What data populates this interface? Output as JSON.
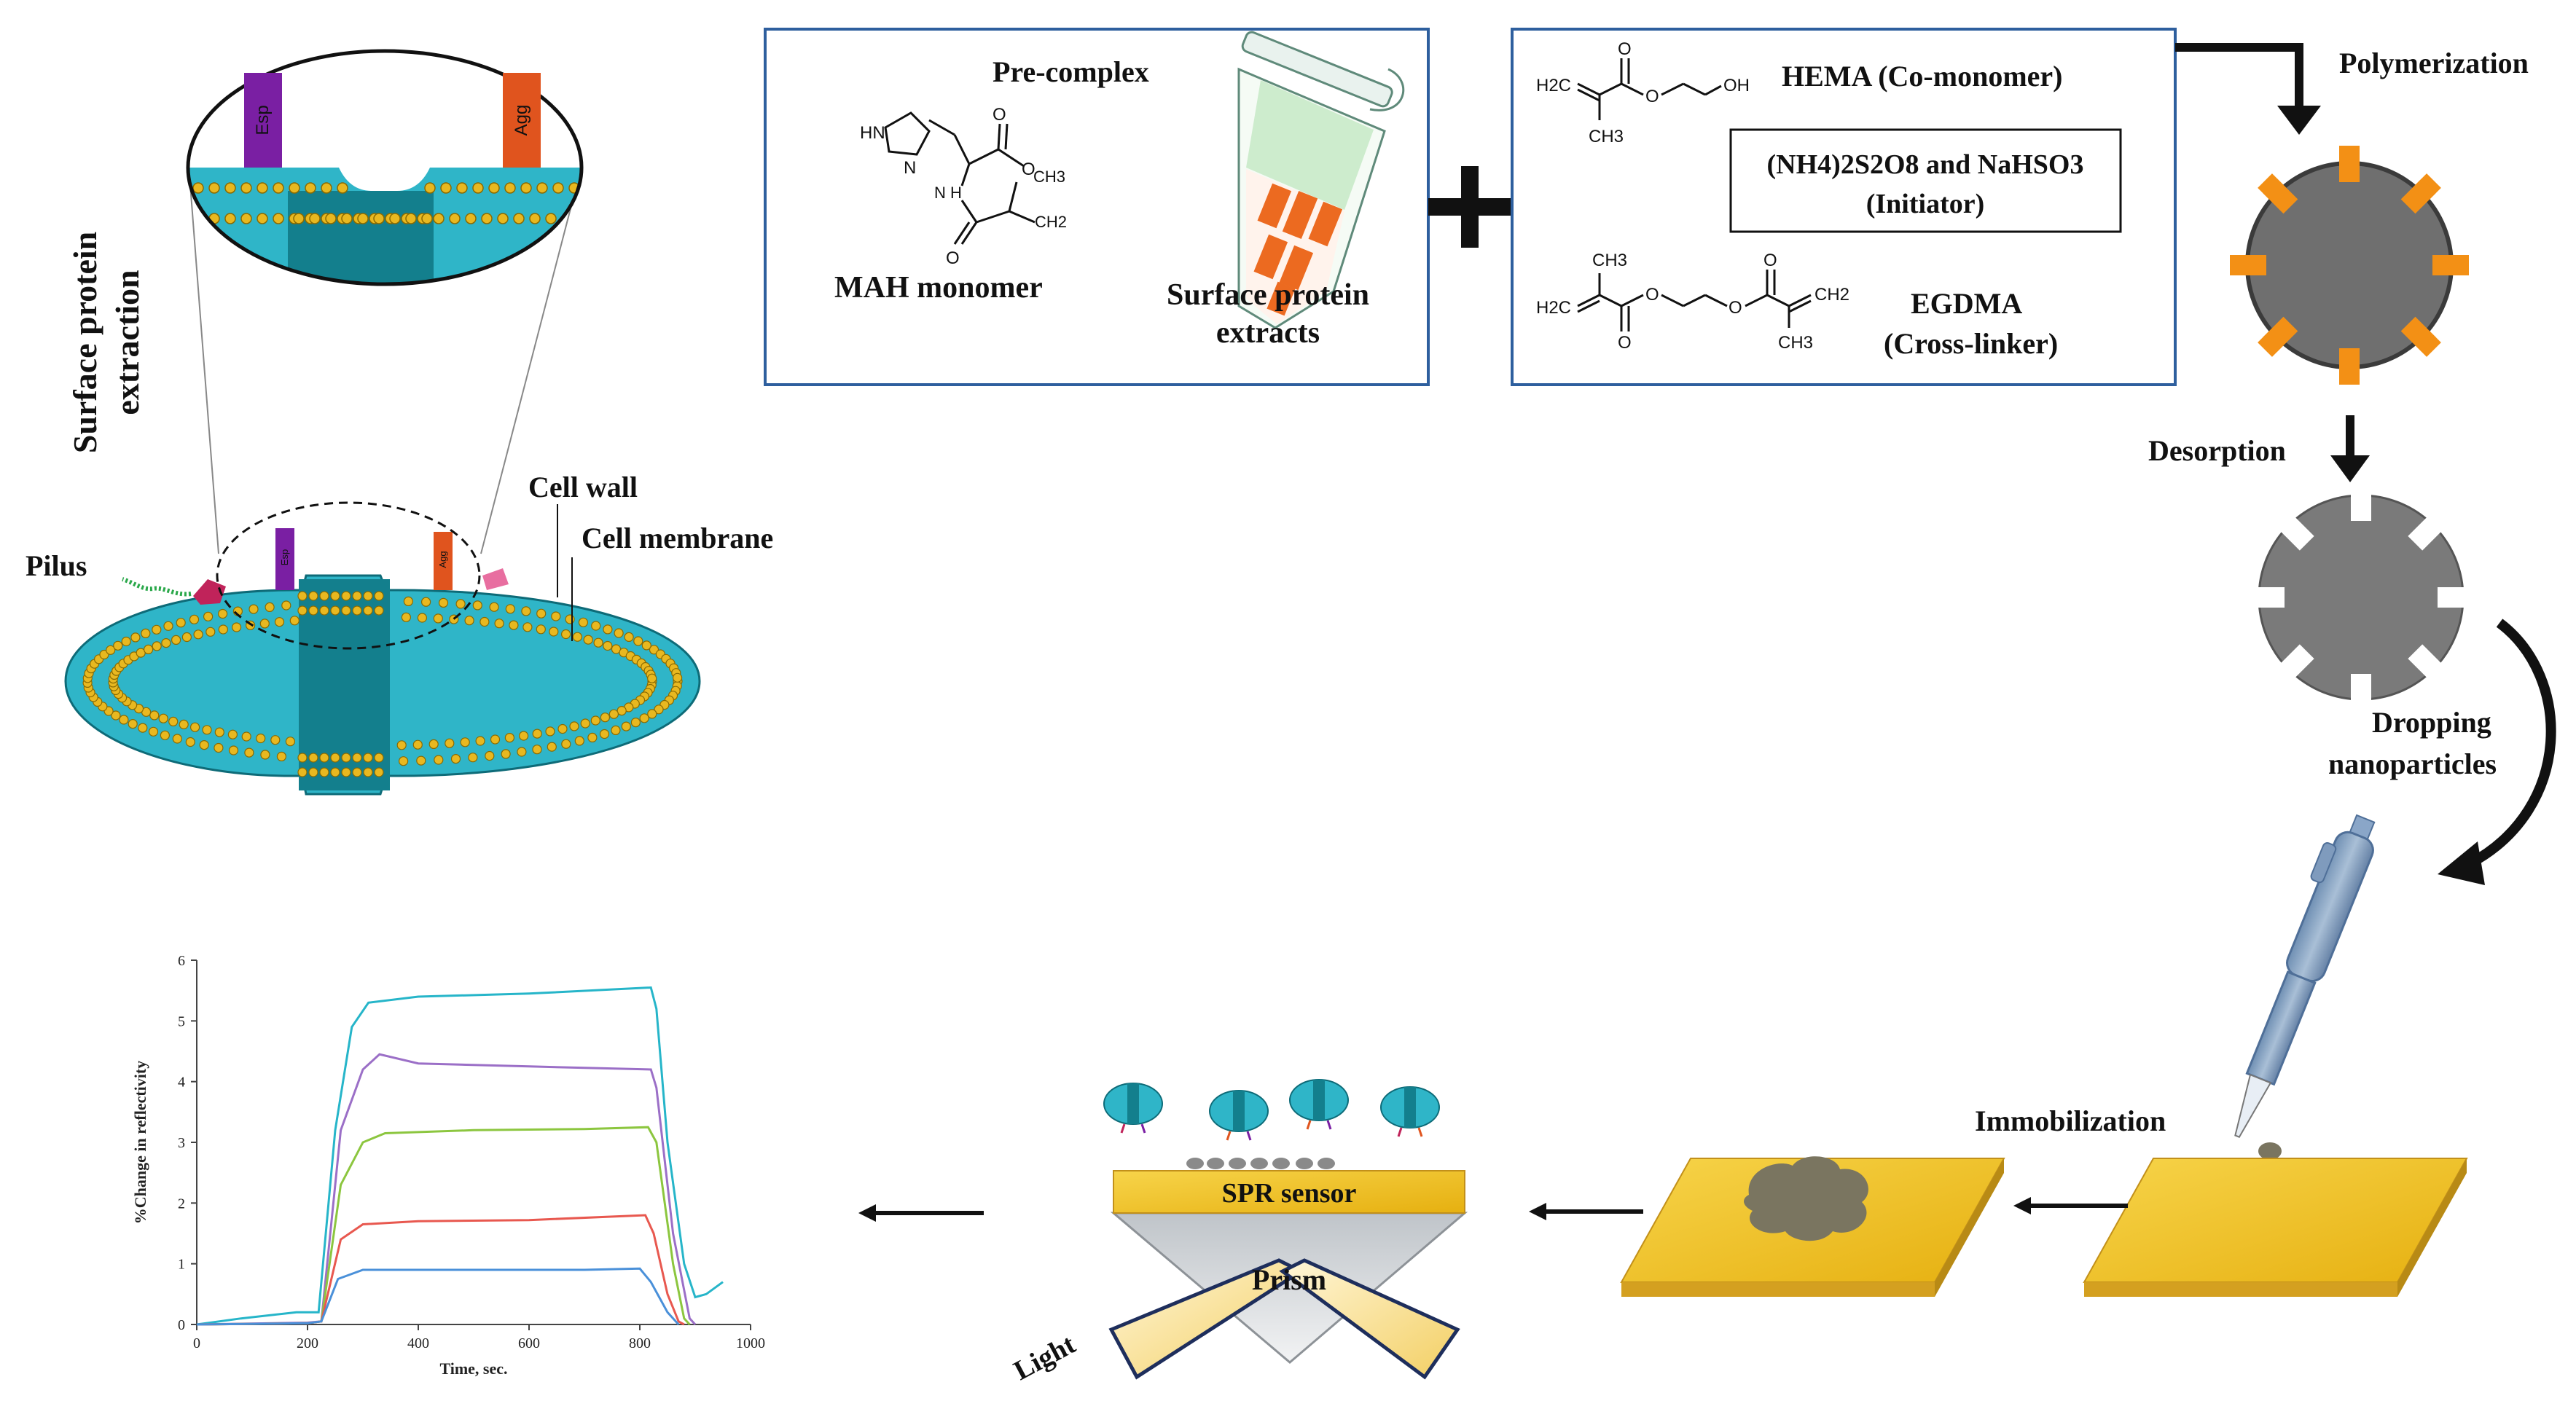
{
  "labels": {
    "surface_protein_extraction_1": "Surface protein",
    "surface_protein_extraction_2": "extraction",
    "esp": "Esp",
    "agg": "Agg",
    "pilus": "Pilus",
    "cell_wall": "Cell wall",
    "cell_membrane": "Cell membrane",
    "pre_complex": "Pre-complex",
    "mah_monomer": "MAH monomer",
    "surface_protein_extracts_1": "Surface protein",
    "surface_protein_extracts_2": "extracts",
    "hema": "HEMA (Co-monomer)",
    "initiator_line1": "(NH4)2S2O8 and NaHSO3",
    "initiator_line2": "(Initiator)",
    "egdma_1": "EGDMA",
    "egdma_2": "(Cross-linker)",
    "polymerization": "Polymerization",
    "desorption": "Desorption",
    "dropping_1": "Dropping",
    "dropping_2": "nanoparticles",
    "immobilization": "Immobilization",
    "spr_sensor": "SPR sensor",
    "prism": "Prism",
    "light": "Light"
  },
  "chem": {
    "h2c": "H2C",
    "ch3": "CH3",
    "ch2": "CH2",
    "o": "O",
    "oh": "OH",
    "hn": "HN",
    "n": "N",
    "nh": "N H"
  },
  "chart_data": {
    "type": "line",
    "xlabel": "Time, sec.",
    "ylabel": "%Change in reflectivity",
    "xlim": [
      0,
      1000
    ],
    "ylim": [
      0,
      6
    ],
    "xticks": [
      0,
      200,
      400,
      600,
      800,
      1000
    ],
    "yticks": [
      0,
      1,
      2,
      3,
      4,
      5,
      6
    ],
    "series": [
      {
        "color": "#26b5c9",
        "values": [
          [
            0,
            0
          ],
          [
            80,
            0.1
          ],
          [
            180,
            0.2
          ],
          [
            220,
            0.2
          ],
          [
            250,
            3.2
          ],
          [
            280,
            4.9
          ],
          [
            310,
            5.3
          ],
          [
            400,
            5.4
          ],
          [
            600,
            5.45
          ],
          [
            820,
            5.55
          ],
          [
            830,
            5.2
          ],
          [
            850,
            3.0
          ],
          [
            880,
            1.0
          ],
          [
            900,
            0.45
          ],
          [
            920,
            0.5
          ],
          [
            950,
            0.7
          ]
        ]
      },
      {
        "color": "#9b6fc7",
        "values": [
          [
            0,
            0
          ],
          [
            200,
            0.03
          ],
          [
            225,
            0.05
          ],
          [
            260,
            3.2
          ],
          [
            300,
            4.2
          ],
          [
            330,
            4.45
          ],
          [
            400,
            4.3
          ],
          [
            600,
            4.25
          ],
          [
            820,
            4.2
          ],
          [
            830,
            3.9
          ],
          [
            860,
            1.5
          ],
          [
            890,
            0.1
          ],
          [
            900,
            0
          ]
        ]
      },
      {
        "color": "#8cc63f",
        "values": [
          [
            0,
            0
          ],
          [
            200,
            0.02
          ],
          [
            225,
            0.05
          ],
          [
            260,
            2.3
          ],
          [
            300,
            3.0
          ],
          [
            340,
            3.15
          ],
          [
            500,
            3.2
          ],
          [
            700,
            3.22
          ],
          [
            815,
            3.25
          ],
          [
            830,
            3.0
          ],
          [
            860,
            1.0
          ],
          [
            880,
            0.1
          ],
          [
            890,
            0
          ]
        ]
      },
      {
        "color": "#e8584f",
        "values": [
          [
            0,
            0
          ],
          [
            200,
            0.02
          ],
          [
            225,
            0.05
          ],
          [
            260,
            1.4
          ],
          [
            300,
            1.65
          ],
          [
            400,
            1.7
          ],
          [
            600,
            1.72
          ],
          [
            810,
            1.8
          ],
          [
            825,
            1.5
          ],
          [
            850,
            0.5
          ],
          [
            870,
            0.05
          ],
          [
            880,
            0
          ]
        ]
      },
      {
        "color": "#4a90d9",
        "values": [
          [
            0,
            0
          ],
          [
            200,
            0.02
          ],
          [
            225,
            0.05
          ],
          [
            255,
            0.75
          ],
          [
            300,
            0.9
          ],
          [
            500,
            0.9
          ],
          [
            700,
            0.9
          ],
          [
            800,
            0.92
          ],
          [
            820,
            0.7
          ],
          [
            850,
            0.2
          ],
          [
            870,
            0
          ]
        ]
      }
    ]
  }
}
